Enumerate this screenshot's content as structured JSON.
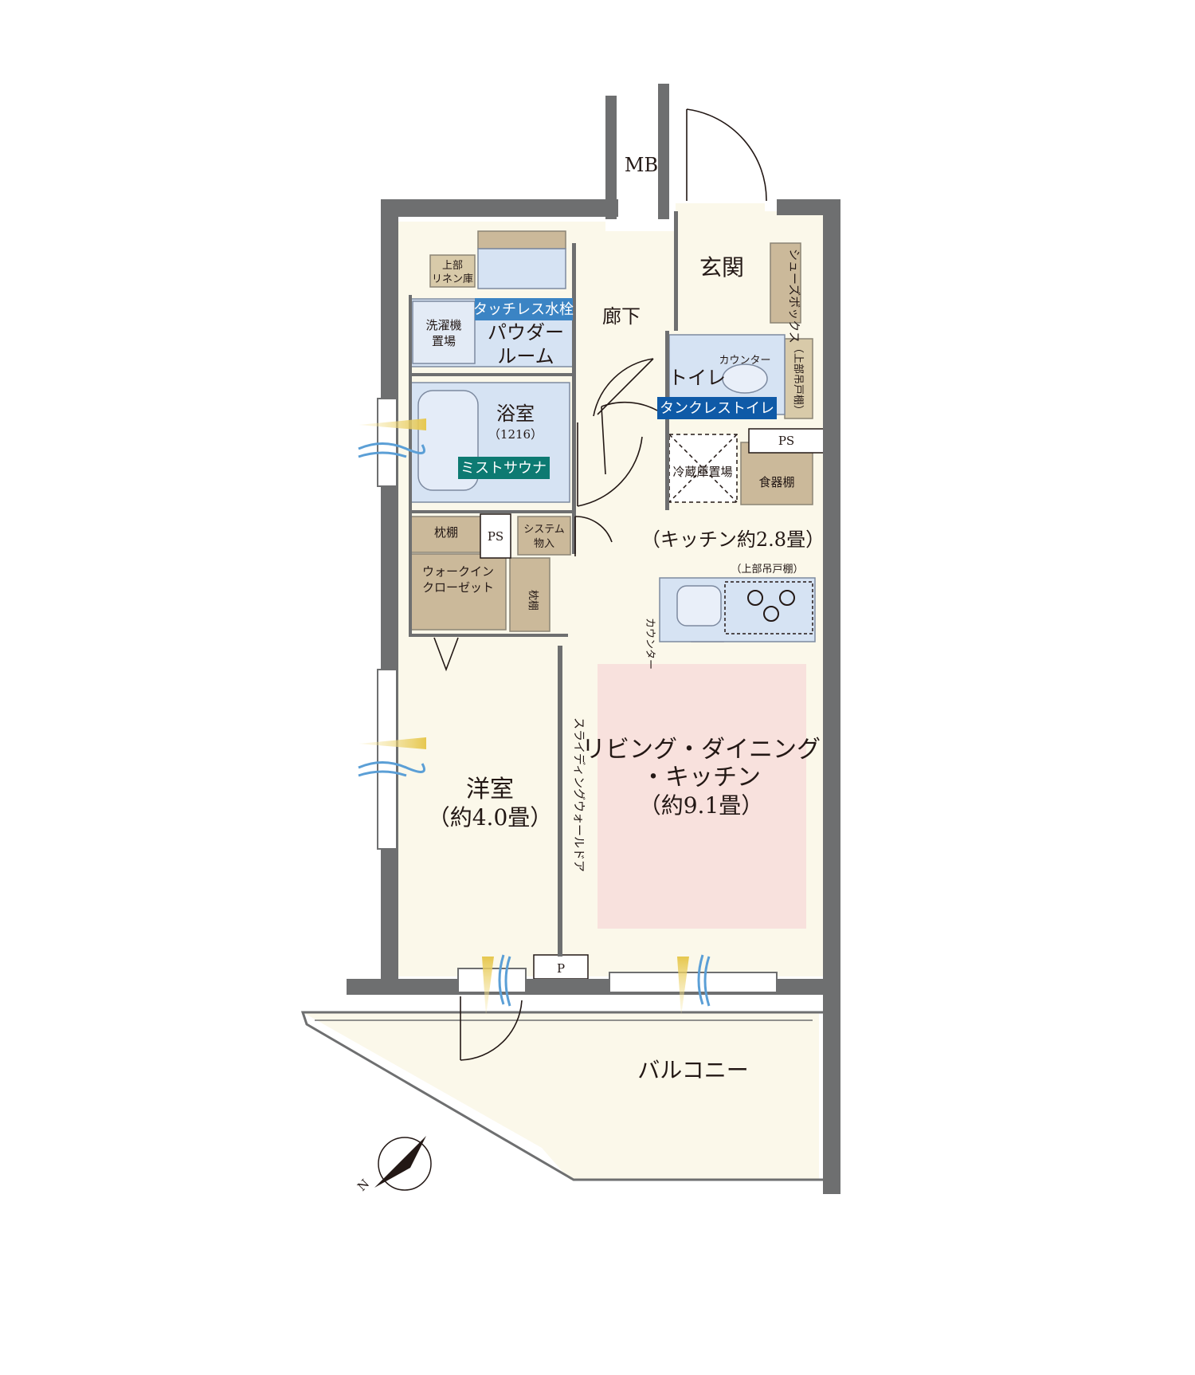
{
  "labels": {
    "mb": "MB",
    "genkan": "玄関",
    "shoe_box": "シューズボックス",
    "upper_linen_1": "上部",
    "upper_linen_2": "リネン庫",
    "touchless_faucet": "タッチレス水栓",
    "washer_1": "洗濯機",
    "washer_2": "置場",
    "powder_1": "パウダー",
    "powder_2": "ルーム",
    "hallway": "廊下",
    "toilet": "トイレ",
    "counter_toilet": "カウンター",
    "upper_cabinet_toilet": "（上部吊戸棚）",
    "tankless_toilet": "タンクレストイレ",
    "bath": "浴室",
    "bath_size": "（1216）",
    "mist_sauna": "ミストサウナ",
    "ps_right": "PS",
    "fridge_1": "冷蔵庫置場",
    "dish_shelf": "食器棚",
    "pillow_shelf_1": "枕棚",
    "ps_left": "PS",
    "system_storage_1": "システム",
    "system_storage_2": "物入",
    "kitchen_area": "（キッチン約2.8畳）",
    "upper_cabinet_kitchen": "（上部吊戸棚）",
    "walkin_1": "ウォークイン",
    "walkin_2": "クローゼット",
    "pillow_shelf_2": "枕棚",
    "counter_kitchen": "カウンター",
    "sliding_door": "スライディングウォールドア",
    "ldk_1": "リビング・ダイニング",
    "ldk_2": "・キッチン",
    "ldk_size": "（約9.1畳）",
    "western_room": "洋室",
    "western_size": "（約4.0畳）",
    "p": "P",
    "balcony": "バルコニー",
    "north": "N"
  },
  "colors": {
    "wall": "#6e6f70",
    "floor": "#fbf8ea",
    "wet": "#d6e3f3",
    "storage": "#cbb99a",
    "ldk": "#f8e1dd",
    "tag_light": "#3b84c4",
    "tag_dark": "#0f5aa7",
    "tag_green": "#0d7a72",
    "sun": "#f3df9a",
    "wind": "#5b9fd6"
  },
  "icons": [
    "sunlight-icon",
    "wind-icon",
    "door-swing-icon",
    "compass-icon",
    "stove-icon",
    "sink-icon",
    "bathtub-icon",
    "toilet-icon"
  ]
}
